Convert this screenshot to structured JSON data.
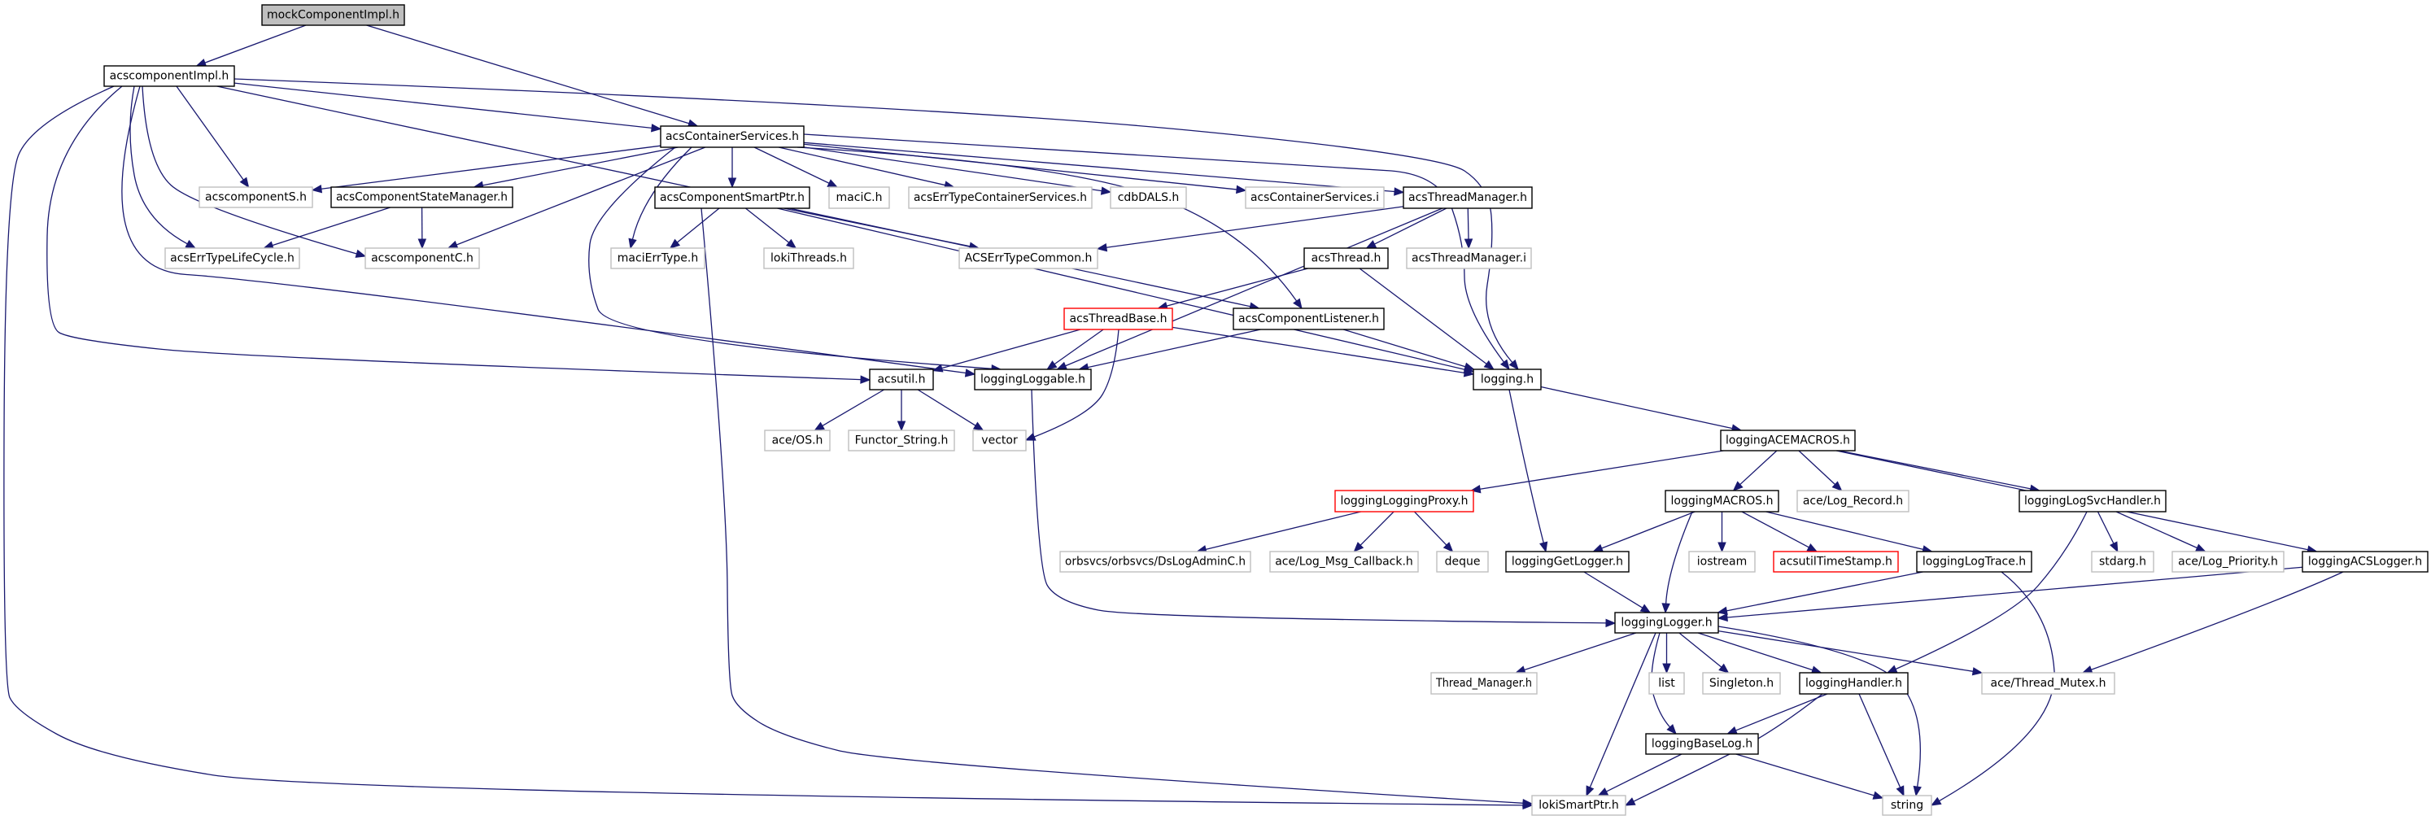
{
  "title": "Include dependency graph for mockComponentImpl.h",
  "colors": {
    "edge": "#191970",
    "root_fill": "#bfbfbf",
    "documented_border": "#000000",
    "external_border": "#bfbfbf",
    "truncated_border": "#ff0000"
  },
  "nodes": [
    {
      "id": "mockComponentImpl",
      "label": "mockComponentImpl.h",
      "kind": "root"
    },
    {
      "id": "acscomponentImpl",
      "label": "acscomponentImpl.h",
      "kind": "documented"
    },
    {
      "id": "acsContainerServices",
      "label": "acsContainerServices.h",
      "kind": "documented"
    },
    {
      "id": "acscomponentS",
      "label": "acscomponentS.h",
      "kind": "external"
    },
    {
      "id": "acsComponentStateManager",
      "label": "acsComponentStateManager.h",
      "kind": "documented"
    },
    {
      "id": "acsErrTypeLifeCycle",
      "label": "acsErrTypeLifeCycle.h",
      "kind": "external"
    },
    {
      "id": "acscomponentC",
      "label": "acscomponentC.h",
      "kind": "external"
    },
    {
      "id": "acsComponentSmartPtr",
      "label": "acsComponentSmartPtr.h",
      "kind": "documented"
    },
    {
      "id": "maciC",
      "label": "maciC.h",
      "kind": "external"
    },
    {
      "id": "acsErrTypeContainerServices",
      "label": "acsErrTypeContainerServices.h",
      "kind": "external"
    },
    {
      "id": "cdbDALS",
      "label": "cdbDALS.h",
      "kind": "external"
    },
    {
      "id": "acsContainerServicesI",
      "label": "acsContainerServices.i",
      "kind": "external"
    },
    {
      "id": "acsThreadManager",
      "label": "acsThreadManager.h",
      "kind": "documented"
    },
    {
      "id": "maciErrType",
      "label": "maciErrType.h",
      "kind": "external"
    },
    {
      "id": "lokiThreads",
      "label": "lokiThreads.h",
      "kind": "external"
    },
    {
      "id": "ACSErrTypeCommon",
      "label": "ACSErrTypeCommon.h",
      "kind": "external"
    },
    {
      "id": "acsThread",
      "label": "acsThread.h",
      "kind": "documented"
    },
    {
      "id": "acsThreadManagerI",
      "label": "acsThreadManager.i",
      "kind": "external"
    },
    {
      "id": "acsThreadBase",
      "label": "acsThreadBase.h",
      "kind": "truncated"
    },
    {
      "id": "acsComponentListener",
      "label": "acsComponentListener.h",
      "kind": "documented"
    },
    {
      "id": "acsutil",
      "label": "acsutil.h",
      "kind": "documented"
    },
    {
      "id": "loggingLoggable",
      "label": "loggingLoggable.h",
      "kind": "documented"
    },
    {
      "id": "logging",
      "label": "logging.h",
      "kind": "documented"
    },
    {
      "id": "aceOS",
      "label": "ace/OS.h",
      "kind": "external"
    },
    {
      "id": "FunctorString",
      "label": "Functor_String.h",
      "kind": "external"
    },
    {
      "id": "vector",
      "label": "vector",
      "kind": "external"
    },
    {
      "id": "loggingACEMACROS",
      "label": "loggingACEMACROS.h",
      "kind": "documented"
    },
    {
      "id": "loggingLoggingProxy",
      "label": "loggingLoggingProxy.h",
      "kind": "truncated"
    },
    {
      "id": "loggingMACROS",
      "label": "loggingMACROS.h",
      "kind": "documented"
    },
    {
      "id": "aceLogRecord",
      "label": "ace/Log_Record.h",
      "kind": "external"
    },
    {
      "id": "loggingLogSvcHandler",
      "label": "loggingLogSvcHandler.h",
      "kind": "documented"
    },
    {
      "id": "DsLogAdminC",
      "label": "orbsvcs/orbsvcs/DsLogAdminC.h",
      "kind": "external"
    },
    {
      "id": "aceLogMsgCallback",
      "label": "ace/Log_Msg_Callback.h",
      "kind": "external"
    },
    {
      "id": "deque",
      "label": "deque",
      "kind": "external"
    },
    {
      "id": "loggingGetLogger",
      "label": "loggingGetLogger.h",
      "kind": "documented"
    },
    {
      "id": "iostream",
      "label": "iostream",
      "kind": "external"
    },
    {
      "id": "acsutilTimeStamp",
      "label": "acsutilTimeStamp.h",
      "kind": "truncated"
    },
    {
      "id": "loggingLogTrace",
      "label": "loggingLogTrace.h",
      "kind": "documented"
    },
    {
      "id": "stdarg",
      "label": "stdarg.h",
      "kind": "external"
    },
    {
      "id": "aceLogPriority",
      "label": "ace/Log_Priority.h",
      "kind": "external"
    },
    {
      "id": "loggingACSLogger",
      "label": "loggingACSLogger.h",
      "kind": "documented"
    },
    {
      "id": "loggingLogger",
      "label": "loggingLogger.h",
      "kind": "documented"
    },
    {
      "id": "ThreadManager",
      "label": "Thread_Manager.h",
      "kind": "external"
    },
    {
      "id": "list",
      "label": "list",
      "kind": "external"
    },
    {
      "id": "Singleton",
      "label": "Singleton.h",
      "kind": "external"
    },
    {
      "id": "loggingHandler",
      "label": "loggingHandler.h",
      "kind": "documented"
    },
    {
      "id": "aceThreadMutex",
      "label": "ace/Thread_Mutex.h",
      "kind": "external"
    },
    {
      "id": "loggingBaseLog",
      "label": "loggingBaseLog.h",
      "kind": "documented"
    },
    {
      "id": "lokiSmartPtr",
      "label": "lokiSmartPtr.h",
      "kind": "external"
    },
    {
      "id": "string",
      "label": "string",
      "kind": "external"
    }
  ],
  "edges": [
    [
      "mockComponentImpl",
      "acscomponentImpl"
    ],
    [
      "mockComponentImpl",
      "acsContainerServices"
    ],
    [
      "acscomponentImpl",
      "acsContainerServices"
    ],
    [
      "acscomponentImpl",
      "acscomponentS"
    ],
    [
      "acscomponentImpl",
      "acsErrTypeLifeCycle"
    ],
    [
      "acscomponentImpl",
      "acscomponentC"
    ],
    [
      "acscomponentImpl",
      "acsutil"
    ],
    [
      "acscomponentImpl",
      "loggingLoggable"
    ],
    [
      "acscomponentImpl",
      "logging"
    ],
    [
      "acscomponentImpl",
      "lokiSmartPtr"
    ],
    [
      "acscomponentImpl",
      "acsComponentListener"
    ],
    [
      "acsContainerServices",
      "acscomponentS"
    ],
    [
      "acsContainerServices",
      "acsComponentStateManager"
    ],
    [
      "acsContainerServices",
      "acscomponentC"
    ],
    [
      "acsContainerServices",
      "acsComponentSmartPtr"
    ],
    [
      "acsContainerServices",
      "maciC"
    ],
    [
      "acsContainerServices",
      "acsErrTypeContainerServices"
    ],
    [
      "acsContainerServices",
      "cdbDALS"
    ],
    [
      "acsContainerServices",
      "acsContainerServicesI"
    ],
    [
      "acsContainerServices",
      "acsThreadManager"
    ],
    [
      "acsContainerServices",
      "maciErrType"
    ],
    [
      "acsContainerServices",
      "loggingLoggable"
    ],
    [
      "acsContainerServices",
      "logging"
    ],
    [
      "acsContainerServices",
      "acsComponentListener"
    ],
    [
      "acsComponentStateManager",
      "acsErrTypeLifeCycle"
    ],
    [
      "acsComponentStateManager",
      "acscomponentC"
    ],
    [
      "acsComponentSmartPtr",
      "maciErrType"
    ],
    [
      "acsComponentSmartPtr",
      "lokiThreads"
    ],
    [
      "acsComponentSmartPtr",
      "ACSErrTypeCommon"
    ],
    [
      "acsComponentSmartPtr",
      "logging"
    ],
    [
      "acsComponentSmartPtr",
      "lokiSmartPtr"
    ],
    [
      "acsThreadManager",
      "ACSErrTypeCommon"
    ],
    [
      "acsThreadManager",
      "acsThread"
    ],
    [
      "acsThreadManager",
      "acsThreadManagerI"
    ],
    [
      "acsThreadManager",
      "loggingLoggable"
    ],
    [
      "acsThread",
      "acsThreadBase"
    ],
    [
      "acsThread",
      "logging"
    ],
    [
      "acsThreadBase",
      "acsutil"
    ],
    [
      "acsThreadBase",
      "loggingLoggable"
    ],
    [
      "acsThreadBase",
      "logging"
    ],
    [
      "acsThreadBase",
      "vector"
    ],
    [
      "acsComponentListener",
      "loggingLoggable"
    ],
    [
      "acsComponentListener",
      "logging"
    ],
    [
      "acsutil",
      "aceOS"
    ],
    [
      "acsutil",
      "FunctorString"
    ],
    [
      "acsutil",
      "vector"
    ],
    [
      "loggingLoggable",
      "loggingLogger"
    ],
    [
      "logging",
      "loggingACEMACROS"
    ],
    [
      "logging",
      "loggingGetLogger"
    ],
    [
      "loggingACEMACROS",
      "loggingLoggingProxy"
    ],
    [
      "loggingACEMACROS",
      "loggingMACROS"
    ],
    [
      "loggingACEMACROS",
      "aceLogRecord"
    ],
    [
      "loggingACEMACROS",
      "loggingLogSvcHandler"
    ],
    [
      "loggingACEMACROS",
      "loggingACSLogger"
    ],
    [
      "loggingLoggingProxy",
      "DsLogAdminC"
    ],
    [
      "loggingLoggingProxy",
      "aceLogMsgCallback"
    ],
    [
      "loggingLoggingProxy",
      "deque"
    ],
    [
      "loggingMACROS",
      "loggingGetLogger"
    ],
    [
      "loggingMACROS",
      "loggingLogger"
    ],
    [
      "loggingMACROS",
      "iostream"
    ],
    [
      "loggingMACROS",
      "acsutilTimeStamp"
    ],
    [
      "loggingMACROS",
      "loggingLogTrace"
    ],
    [
      "loggingLogSvcHandler",
      "loggingHandler"
    ],
    [
      "loggingLogSvcHandler",
      "stdarg"
    ],
    [
      "loggingLogSvcHandler",
      "aceLogPriority"
    ],
    [
      "loggingGetLogger",
      "loggingLogger"
    ],
    [
      "loggingLogTrace",
      "loggingLogger"
    ],
    [
      "loggingLogTrace",
      "string"
    ],
    [
      "loggingACSLogger",
      "loggingLogger"
    ],
    [
      "loggingACSLogger",
      "aceThreadMutex"
    ],
    [
      "loggingLogger",
      "ThreadManager"
    ],
    [
      "loggingLogger",
      "list"
    ],
    [
      "loggingLogger",
      "Singleton"
    ],
    [
      "loggingLogger",
      "loggingHandler"
    ],
    [
      "loggingLogger",
      "aceThreadMutex"
    ],
    [
      "loggingLogger",
      "loggingBaseLog"
    ],
    [
      "loggingLogger",
      "lokiSmartPtr"
    ],
    [
      "loggingLogger",
      "string"
    ],
    [
      "loggingHandler",
      "loggingBaseLog"
    ],
    [
      "loggingHandler",
      "lokiSmartPtr"
    ],
    [
      "loggingHandler",
      "string"
    ],
    [
      "loggingBaseLog",
      "lokiSmartPtr"
    ],
    [
      "loggingBaseLog",
      "string"
    ]
  ]
}
